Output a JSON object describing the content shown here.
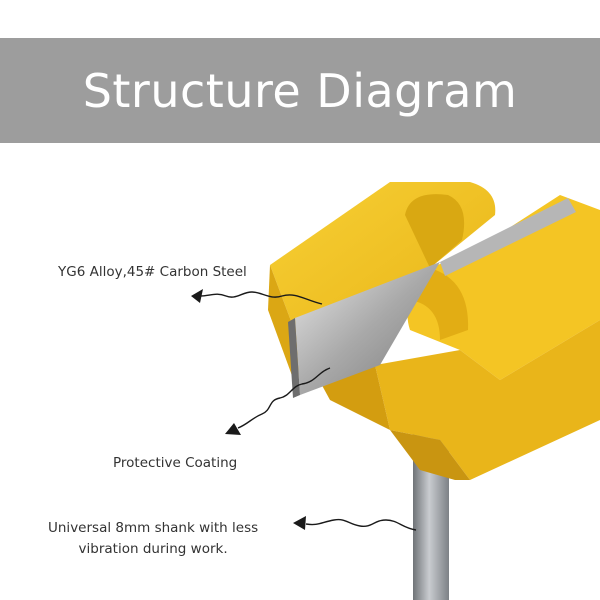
{
  "header": {
    "title": "Structure Diagram"
  },
  "annotations": {
    "material": "YG6 Alloy,45# Carbon Steel",
    "coating": "Protective Coating",
    "shank_line1": "Universal 8mm shank with less",
    "shank_line2": "vibration during work."
  },
  "colors": {
    "banner": "#9d9d9d",
    "body_yellow": "#f3c31f",
    "blade_steel": "#8e8e8e",
    "shank_steel": "#9a9ea3"
  }
}
